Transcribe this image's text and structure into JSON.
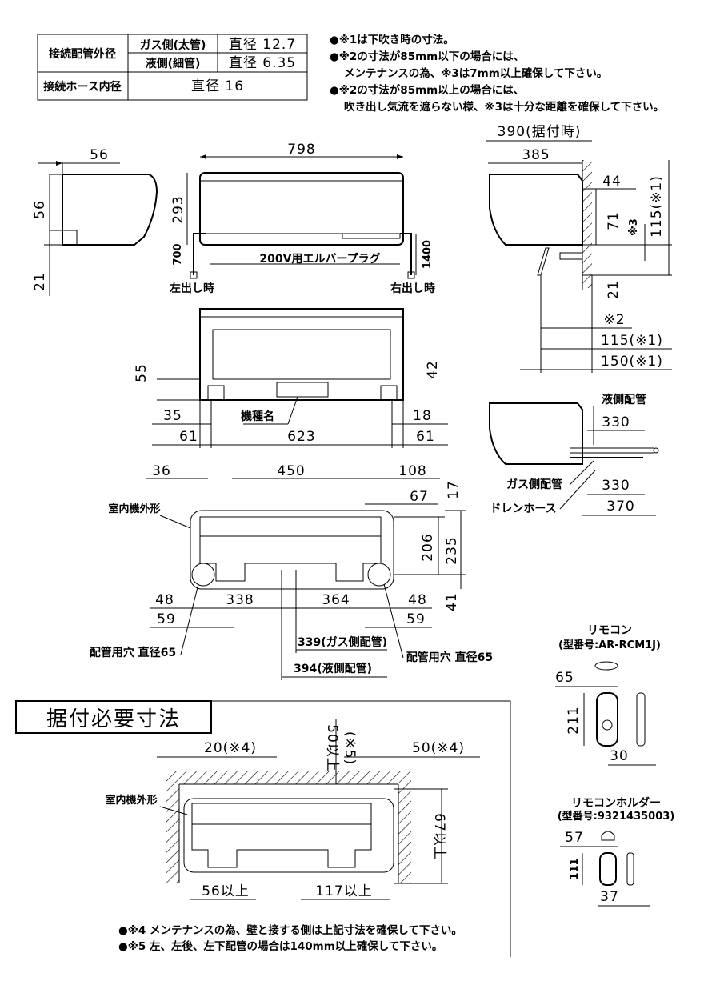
{
  "spec_table": {
    "row1_header": "接続配管外径",
    "gas_label": "ガス側(太管)",
    "gas_value": "直径 12.7",
    "liquid_label": "液側(細管)",
    "liquid_value": "直径 6.35",
    "row2_header": "接続ホース内径",
    "hose_value": "直径 16"
  },
  "notes_top": [
    "●※1は下吹き時の寸法。",
    "●※2の寸法が85mm以下の場合には、",
    "メンテナンスの為、※3は7mm以上確保して下さい。",
    "●※2の寸法が85mm以上の場合には、",
    "吹き出し気流を遮らない様、※3は十分な距離を確保して下さい。"
  ],
  "side_view": {
    "d56a": "56",
    "d56b": "56",
    "d21": "21"
  },
  "front_view": {
    "d798": "798",
    "d293": "293",
    "d700": "700",
    "d1400": "1400",
    "plug": "200V用エルバープラグ",
    "left_out": "左出し時",
    "right_out": "右出し時"
  },
  "right_view": {
    "d390": "390(据付時)",
    "d385": "385",
    "d44": "44",
    "d71": "71",
    "m3": "※3",
    "d115a": "115(※1)",
    "d21": "21",
    "m2": "※2",
    "d115b": "115(※1)",
    "d150": "150(※1)"
  },
  "bottom_view": {
    "d55": "55",
    "d42": "42",
    "d35": "35",
    "model": "機種名",
    "d18": "18",
    "d61a": "61",
    "d623": "623",
    "d61b": "61"
  },
  "pipe_view": {
    "liquid": "液側配管",
    "d330a": "330",
    "gas": "ガス側配管",
    "d330b": "330",
    "drain": "ドレンホース",
    "d370": "370"
  },
  "plate_view": {
    "d36": "36",
    "d450": "450",
    "d108": "108",
    "d17": "17",
    "d67": "67",
    "outline": "室内機外形",
    "d206": "206",
    "d235": "235",
    "d41": "41",
    "d48a": "48",
    "d338": "338",
    "d364": "364",
    "d48b": "48",
    "d59a": "59",
    "d59b": "59",
    "d339": "339(ガス側配管)",
    "d394": "394(液側配管)",
    "hole_left": "配管用穴 直径65",
    "hole_right": "配管用穴 直径65"
  },
  "remote": {
    "title": "リモコン",
    "model": "(型番号:AR-RCM1J)",
    "d65": "65",
    "d211": "211",
    "d30": "30"
  },
  "holder": {
    "title": "リモコンホルダー",
    "model": "(型番号:9321435003)",
    "d57": "57",
    "d111": "111",
    "d37": "37"
  },
  "install": {
    "title": "据付必要寸法",
    "d20": "20(※4)",
    "d50top": "50以上",
    "d50note": "(※5)",
    "d50right": "50(※4)",
    "outline": "室内機外形",
    "d67": "67以上",
    "d56": "56以上",
    "d117": "117以上"
  },
  "notes_bottom": [
    "●※4 メンテナンスの為、壁と接する側は上記寸法を確保して下さい。",
    "●※5 左、左後、左下配管の場合は140mm以上確保して下さい。"
  ]
}
